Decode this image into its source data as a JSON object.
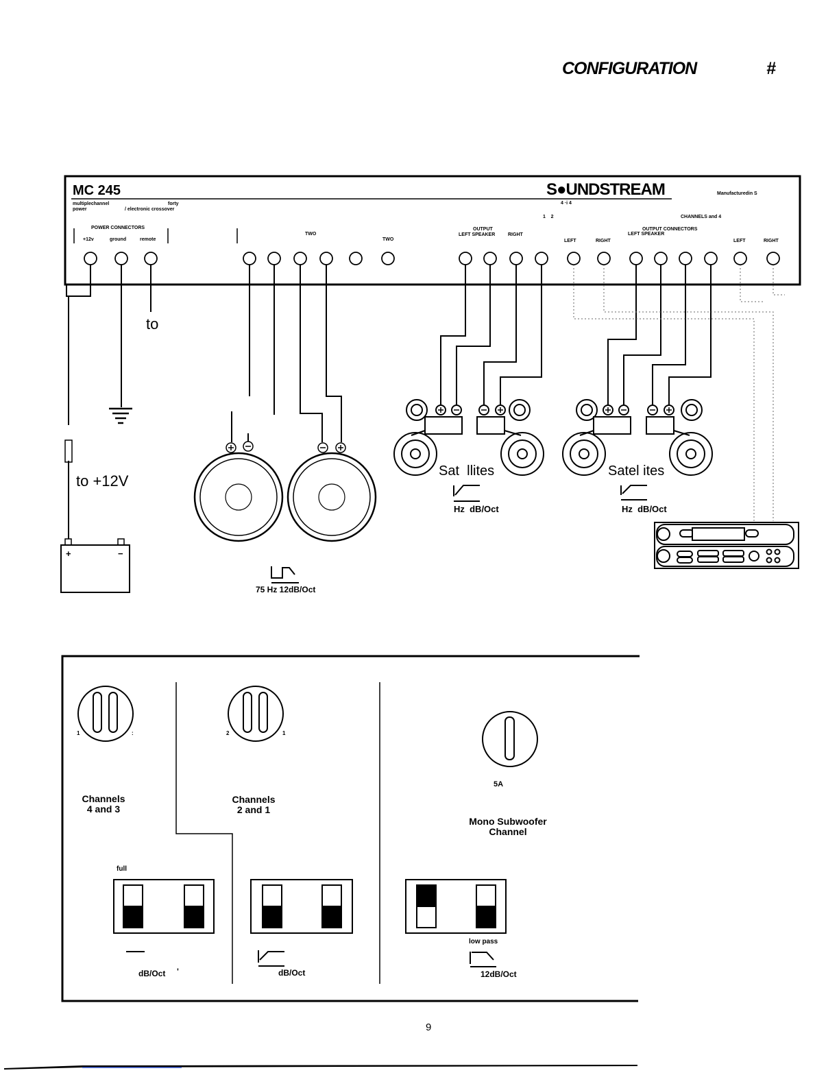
{
  "header": {
    "title": "CONFIGURATION",
    "hash": "#"
  },
  "amplifier": {
    "model": "MC 245",
    "desc_line1_a": "multiplechannel",
    "desc_line1_b": "forty",
    "desc_line2_a": "power",
    "desc_line2_b": "/ electronic crossover",
    "brand": "S●UNDSTREAM",
    "manufactured": "Manufacturedin S",
    "power_connectors": "POWER CONNECTORS",
    "term_12v": "+12v",
    "term_ground": "ground",
    "term_remote": "remote",
    "two_a": "TWO",
    "two_b": "TWO",
    "output": "OUTPUT",
    "left_speaker": "LEFT SPEAKER",
    "right": "RIGHT",
    "ch_nums": "1    2",
    "channels_and_4": "CHANNELS  and 4",
    "output_connectors": "OUTPUT CONNECTORS",
    "left_speaker_2": "LEFT SPEAKER",
    "left": "LEFT",
    "right2": "RIGHT",
    "left3": "LEFT",
    "right3": "RIGHT",
    "dots": "4   ·i    4"
  },
  "wiring": {
    "to_remote": "to",
    "to_12v": "to +12V",
    "sub_filter": "75 Hz 12dB/Oct",
    "sat_label_1": "Sat  llites",
    "sat_label_2": "Satel ites",
    "sat_filter_1": "Hz  dB/Oct",
    "sat_filter_2": "Hz  dB/Oct"
  },
  "settings": {
    "ch43_a": "Channels",
    "ch43_b": "4 and 3",
    "ch21_a": "Channels",
    "ch21_b": "2 and 1",
    "knob_value": "5A",
    "mono_a": "Mono Subwoofer",
    "mono_b": "Channel",
    "full": "full",
    "low_pass": "low pass",
    "db_1": "dB/Oct",
    "db_2": "dB/Oct",
    "db_3": "12dB/Oct",
    "knob1_left": "1",
    "knob1_right": ":",
    "knob2_left": "2",
    "knob2_right": "1",
    "tick": "'"
  },
  "footer": {
    "page_number": "9"
  }
}
